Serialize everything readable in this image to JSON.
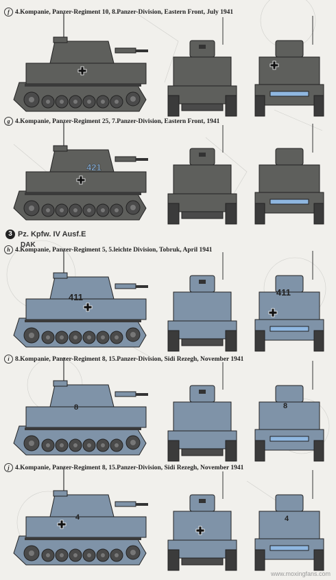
{
  "captions": [
    {
      "letter": "f",
      "text": "4.Kompanie, Panzer-Regiment 10, 8.Panzer-Division, Eastern Front, July 1941"
    },
    {
      "letter": "g",
      "text": "4.Kompanie, Panzer-Regiment 25, 7.Panzer-Division, Eastern Front, 1941"
    },
    {
      "letter": "h",
      "text": "4.Kompanie, Panzer-Regiment 5, 5.leichte Division, Tobruk, April 1941"
    },
    {
      "letter": "i",
      "text": "8.Kompanie, Panzer-Regiment 8, 15.Panzer-Division, Sidi Rezegh, November 1941"
    },
    {
      "letter": "j",
      "text": "4.Kompanie, Panzer-Regiment 8, 15.Panzer-Division, Sidi Rezegh, November 1941"
    }
  ],
  "section": {
    "number": "3",
    "title": "Pz. Kpfw. IV Ausf.E",
    "subtitle": "DAK"
  },
  "turret_numbers": {
    "g": "421",
    "h": "411",
    "i": "8",
    "j": "4"
  },
  "colors": {
    "grey": "#5e5f5c",
    "sand": "#7f93a8",
    "blue": "#8fb7e0",
    "ink": "#222222"
  },
  "watermark": "www.moxingfans.com"
}
